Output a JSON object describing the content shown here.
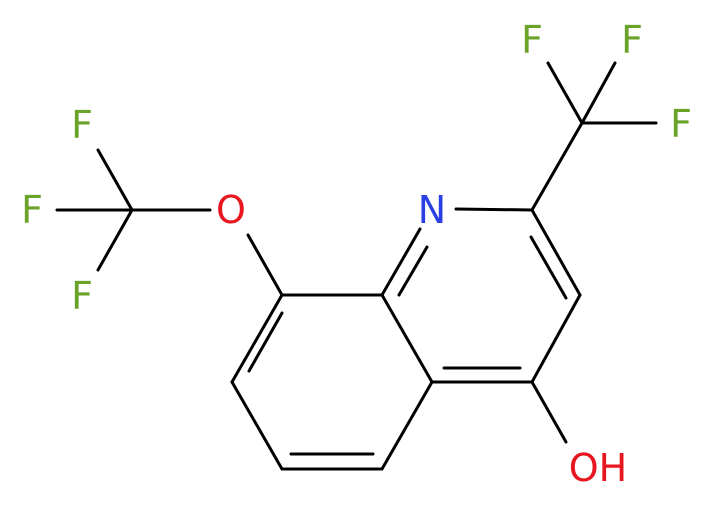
{
  "molecule": {
    "atoms": {
      "f_top_left": "F",
      "f_top_right": "F",
      "f_right": "F",
      "f_left_top": "F",
      "f_left_mid": "F",
      "f_left_bottom": "F",
      "oxygen_ether": "O",
      "nitrogen": "N",
      "hydroxyl": "OH"
    },
    "colors": {
      "fluorine": "#6aa22a",
      "oxygen": "#e8161e",
      "nitrogen": "#2a3fe4",
      "bond": "#000000"
    }
  }
}
